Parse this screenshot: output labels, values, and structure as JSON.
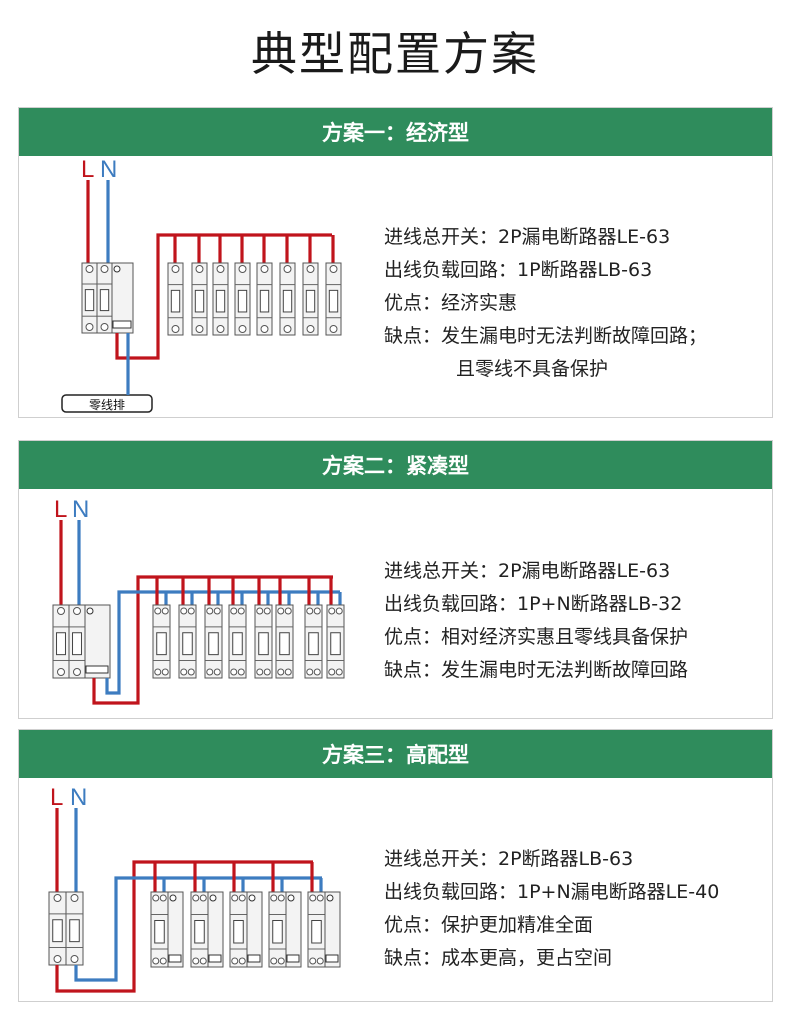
{
  "title": "典型配置方案",
  "colors": {
    "header_green": "#2f8c5c",
    "live_wire": "#c0141c",
    "neutral_wire": "#3d7cc0"
  },
  "wire_labels": {
    "live": "L",
    "neutral": "N"
  },
  "plans": [
    {
      "header": "方案一：经济型",
      "lines": [
        "进线总开关：2P漏电断路器LE-63",
        "出线负载回路：1P断路器LB-63",
        "优点：经济实惠",
        "缺点：发生漏电时无法判断故障回路；"
      ],
      "continuation": "且零线不具备保护",
      "neutral_bar_label": "零线排"
    },
    {
      "header": "方案二：紧凑型",
      "lines": [
        "进线总开关：2P漏电断路器LE-63",
        "出线负载回路：1P+N断路器LB-32",
        "优点：相对经济实惠且零线具备保护",
        "缺点：发生漏电时无法判断故障回路"
      ]
    },
    {
      "header": "方案三：高配型",
      "lines": [
        "进线总开关：2P断路器LB-63",
        "出线负载回路：1P+N漏电断路器LE-40",
        "优点：保护更加精准全面",
        "缺点：成本更高，更占空间"
      ]
    }
  ]
}
